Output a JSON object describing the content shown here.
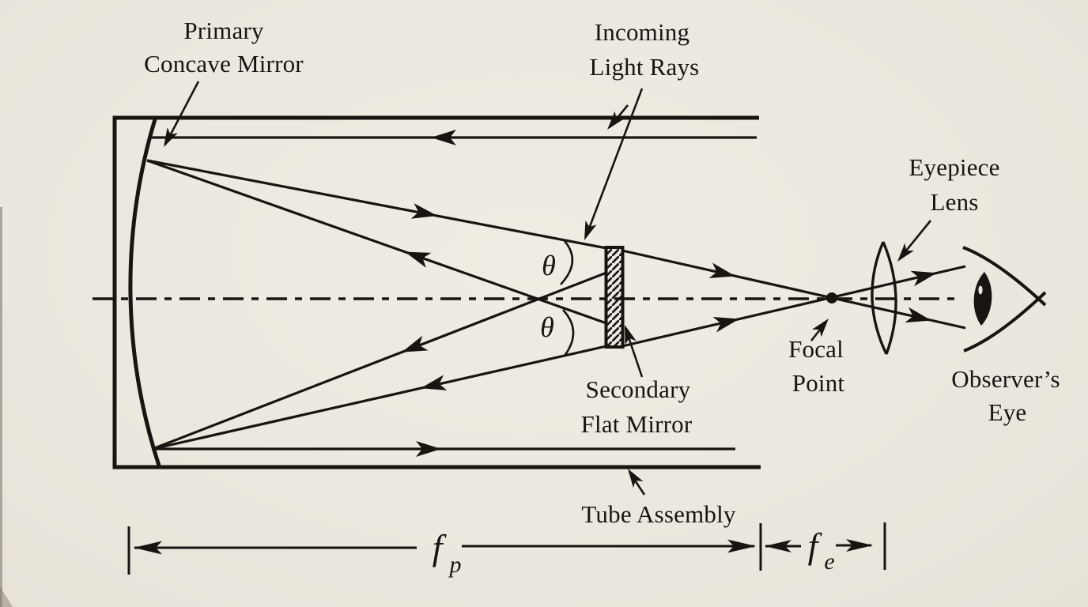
{
  "figure": {
    "kind": "reflecting-telescope-schematic",
    "labels": {
      "primary_mirror": {
        "line1": "Primary",
        "line2": "Concave Mirror"
      },
      "incoming_rays": {
        "line1": "Incoming",
        "line2": "Light Rays"
      },
      "eyepiece_lens": {
        "line1": "Eyepiece",
        "line2": "Lens"
      },
      "focal_point": {
        "line1": "Focal",
        "line2": "Point"
      },
      "observers_eye": {
        "line1": "Observer’s",
        "line2": "Eye"
      },
      "secondary_mirror": {
        "line1": "Secondary",
        "line2": "Flat Mirror"
      },
      "tube_assembly": "Tube Assembly"
    },
    "symbols": {
      "angle_upper": "θ",
      "angle_lower": "θ",
      "focal_primary": {
        "base": "f",
        "sub": "p"
      },
      "focal_eyepiece": {
        "base": "f",
        "sub": "e"
      }
    },
    "colors": {
      "paper": "#ece8df",
      "ink": "#181411"
    }
  }
}
